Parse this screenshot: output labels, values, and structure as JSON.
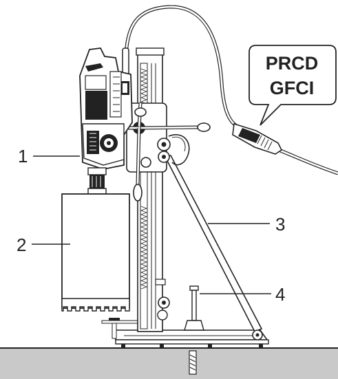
{
  "callouts": [
    {
      "number": "1",
      "part": "drill-motor"
    },
    {
      "number": "2",
      "part": "core-bit"
    },
    {
      "number": "3",
      "part": "support-strut"
    },
    {
      "number": "4",
      "part": "anchor-bolt"
    }
  ],
  "prcd_label": {
    "line1": "PRCD",
    "line2": "GFCI"
  },
  "colors": {
    "ink": "#222222",
    "floor": "#c9c9c9",
    "white": "#ffffff"
  }
}
